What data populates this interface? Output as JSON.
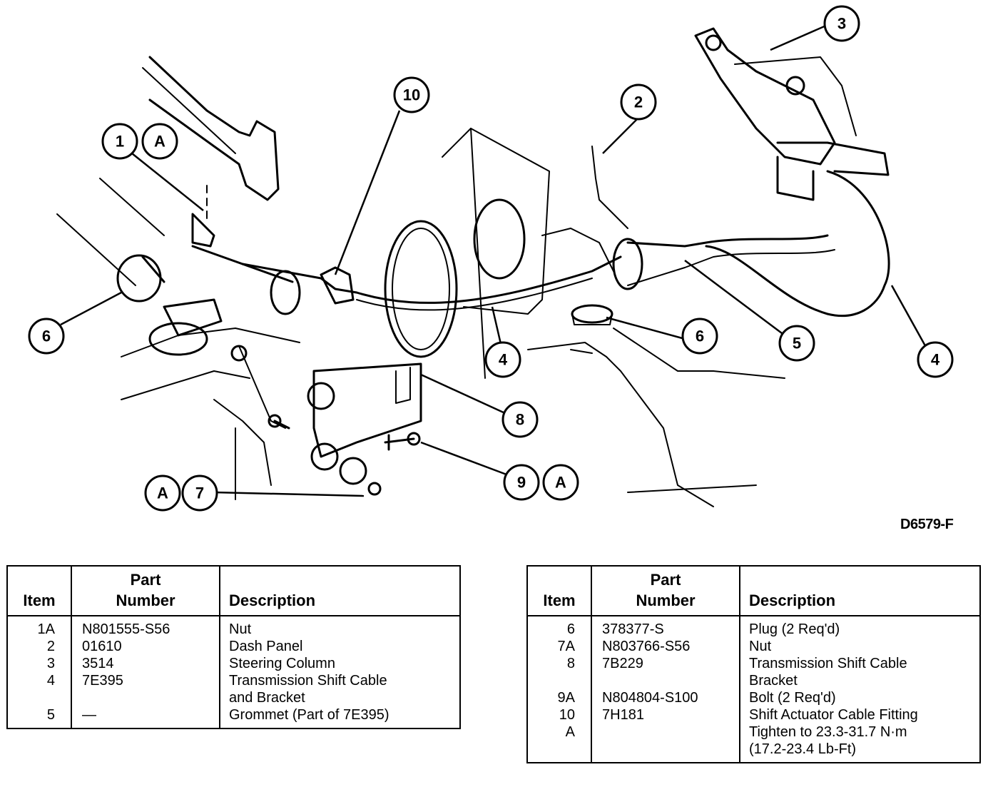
{
  "figure_id": "D6579-F",
  "callouts": [
    "1",
    "A",
    "10",
    "2",
    "3",
    "6",
    "6",
    "4",
    "4",
    "5",
    "8",
    "9",
    "A",
    "A",
    "7"
  ],
  "table_headers": {
    "item": "Item",
    "part_line1": "Part",
    "part_line2": "Number",
    "description": "Description"
  },
  "left_table": [
    {
      "item": "1A",
      "part": "N801555-S56",
      "desc": [
        "Nut"
      ]
    },
    {
      "item": "2",
      "part": "01610",
      "desc": [
        "Dash Panel"
      ]
    },
    {
      "item": "3",
      "part": "3514",
      "desc": [
        "Steering Column"
      ]
    },
    {
      "item": "4",
      "part": "7E395",
      "desc": [
        "Transmission Shift Cable",
        "and Bracket"
      ]
    },
    {
      "item": "5",
      "part": "—",
      "desc": [
        "Grommet (Part of 7E395)"
      ]
    }
  ],
  "right_table": [
    {
      "item": "6",
      "part": "378377-S",
      "desc": [
        "Plug (2 Req'd)"
      ]
    },
    {
      "item": "7A",
      "part": "N803766-S56",
      "desc": [
        "Nut"
      ]
    },
    {
      "item": "8",
      "part": "7B229",
      "desc": [
        "Transmission Shift Cable",
        "Bracket"
      ]
    },
    {
      "item": "9A",
      "part": "N804804-S100",
      "desc": [
        "Bolt (2 Req'd)"
      ]
    },
    {
      "item": "10",
      "part": "7H181",
      "desc": [
        "Shift Actuator Cable Fitting"
      ]
    },
    {
      "item": "A",
      "part": "",
      "desc": [
        "Tighten to 23.3-31.7 N·m",
        "(17.2-23.4 Lb-Ft)"
      ]
    }
  ]
}
